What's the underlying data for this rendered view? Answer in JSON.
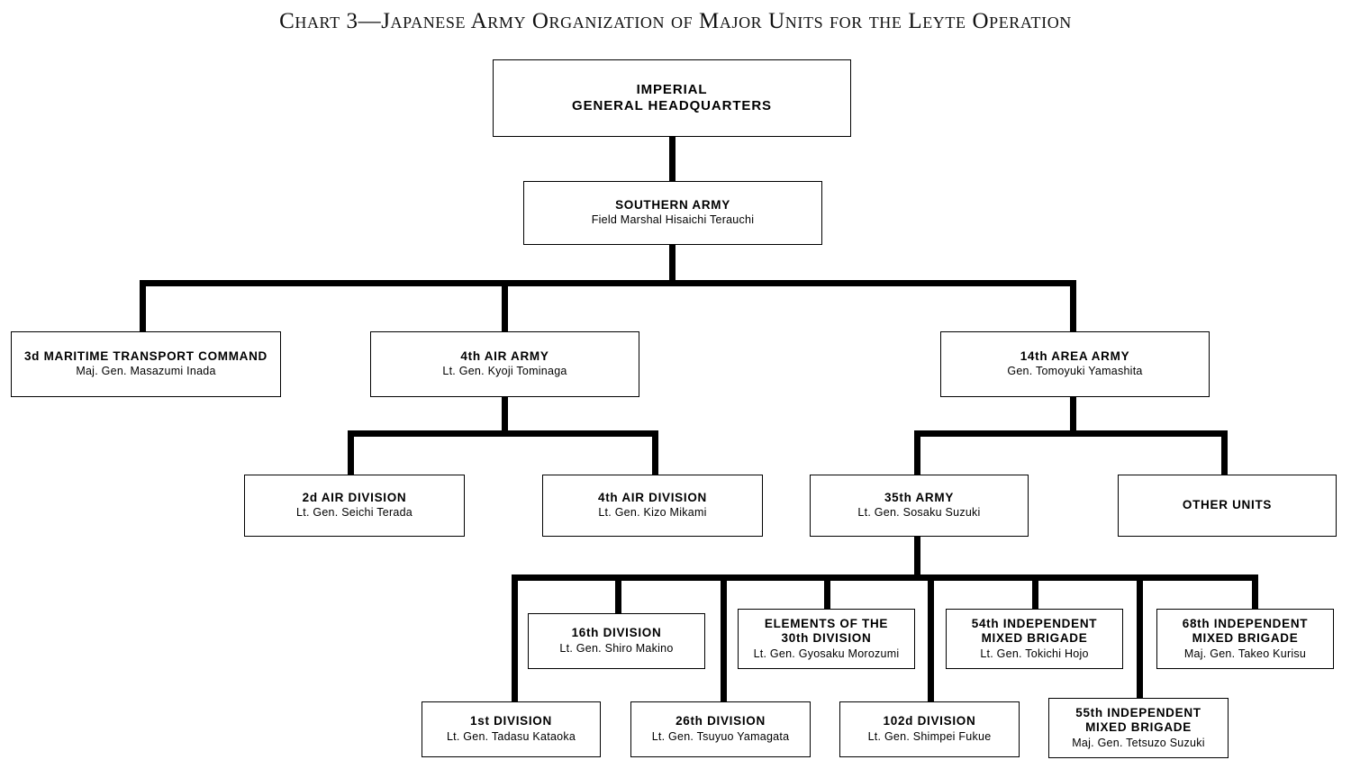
{
  "chart_data": {
    "type": "diagram",
    "diagram_kind": "organization-chart",
    "title": "Chart 3—Japanese Army Organization of Major Units for the Leyte Operation",
    "orientation": "top-down",
    "nodes": [
      {
        "id": "ighq",
        "unit": "IMPERIAL\nGENERAL HEADQUARTERS",
        "commander": "",
        "level": 0
      },
      {
        "id": "southern",
        "unit": "SOUTHERN ARMY",
        "commander": "Field Marshal Hisaichi Terauchi",
        "level": 1
      },
      {
        "id": "mtc3",
        "unit": "3d MARITIME TRANSPORT COMMAND",
        "commander": "Maj. Gen. Masazumi Inada",
        "level": 2
      },
      {
        "id": "air4",
        "unit": "4th AIR ARMY",
        "commander": "Lt. Gen. Kyoji Tominaga",
        "level": 2
      },
      {
        "id": "area14",
        "unit": "14th AREA ARMY",
        "commander": "Gen. Tomoyuki Yamashita",
        "level": 2
      },
      {
        "id": "aird2",
        "unit": "2d AIR DIVISION",
        "commander": "Lt. Gen. Seichi Terada",
        "level": 3
      },
      {
        "id": "aird4",
        "unit": "4th AIR DIVISION",
        "commander": "Lt. Gen. Kizo Mikami",
        "level": 3
      },
      {
        "id": "army35",
        "unit": "35th ARMY",
        "commander": "Lt. Gen. Sosaku Suzuki",
        "level": 3
      },
      {
        "id": "other",
        "unit": "OTHER UNITS",
        "commander": "",
        "level": 3
      },
      {
        "id": "div16",
        "unit": "16th DIVISION",
        "commander": "Lt. Gen. Shiro Makino",
        "level": 4
      },
      {
        "id": "div30",
        "unit": "ELEMENTS OF THE\n30th DIVISION",
        "commander": "Lt. Gen. Gyosaku Morozumi",
        "level": 4
      },
      {
        "id": "imb54",
        "unit": "54th INDEPENDENT\nMIXED BRIGADE",
        "commander": "Lt. Gen. Tokichi Hojo",
        "level": 4
      },
      {
        "id": "imb68",
        "unit": "68th INDEPENDENT\nMIXED BRIGADE",
        "commander": "Maj. Gen. Takeo Kurisu",
        "level": 4
      },
      {
        "id": "div1",
        "unit": "1st DIVISION",
        "commander": "Lt. Gen. Tadasu Kataoka",
        "level": 5
      },
      {
        "id": "div26",
        "unit": "26th DIVISION",
        "commander": "Lt. Gen. Tsuyuo Yamagata",
        "level": 5
      },
      {
        "id": "div102",
        "unit": "102d DIVISION",
        "commander": "Lt. Gen. Shimpei Fukue",
        "level": 5
      },
      {
        "id": "imb55",
        "unit": "55th INDEPENDENT\nMIXED BRIGADE",
        "commander": "Maj. Gen. Tetsuzo Suzuki",
        "level": 5
      }
    ],
    "edges": [
      {
        "from": "ighq",
        "to": "southern"
      },
      {
        "from": "southern",
        "to": "mtc3"
      },
      {
        "from": "southern",
        "to": "air4"
      },
      {
        "from": "southern",
        "to": "area14"
      },
      {
        "from": "air4",
        "to": "aird2"
      },
      {
        "from": "air4",
        "to": "aird4"
      },
      {
        "from": "area14",
        "to": "army35"
      },
      {
        "from": "area14",
        "to": "other"
      },
      {
        "from": "army35",
        "to": "div16"
      },
      {
        "from": "army35",
        "to": "div30"
      },
      {
        "from": "army35",
        "to": "imb54"
      },
      {
        "from": "army35",
        "to": "imb68"
      },
      {
        "from": "army35",
        "to": "div1"
      },
      {
        "from": "army35",
        "to": "div26"
      },
      {
        "from": "army35",
        "to": "div102"
      },
      {
        "from": "army35",
        "to": "imb55"
      }
    ]
  },
  "colors": {
    "background": "#ffffff",
    "ink": "#000000",
    "box_border": "#000000"
  },
  "nodes": {
    "ighq": {
      "unit": "IMPERIAL\nGENERAL HEADQUARTERS",
      "commander": ""
    },
    "southern": {
      "unit": "SOUTHERN ARMY",
      "commander": "Field Marshal Hisaichi Terauchi"
    },
    "mtc3": {
      "unit": "3d MARITIME TRANSPORT COMMAND",
      "commander": "Maj. Gen. Masazumi Inada"
    },
    "air4": {
      "unit": "4th AIR ARMY",
      "commander": "Lt. Gen. Kyoji Tominaga"
    },
    "area14": {
      "unit": "14th AREA ARMY",
      "commander": "Gen. Tomoyuki Yamashita"
    },
    "aird2": {
      "unit": "2d AIR DIVISION",
      "commander": "Lt. Gen. Seichi Terada"
    },
    "aird4": {
      "unit": "4th AIR DIVISION",
      "commander": "Lt. Gen. Kizo Mikami"
    },
    "army35": {
      "unit": "35th ARMY",
      "commander": "Lt. Gen. Sosaku Suzuki"
    },
    "other": {
      "unit": "OTHER UNITS",
      "commander": ""
    },
    "div16": {
      "unit": "16th DIVISION",
      "commander": "Lt. Gen. Shiro Makino"
    },
    "div30": {
      "unit": "ELEMENTS OF THE\n30th DIVISION",
      "commander": "Lt. Gen. Gyosaku Morozumi"
    },
    "imb54": {
      "unit": "54th INDEPENDENT\nMIXED BRIGADE",
      "commander": "Lt. Gen. Tokichi Hojo"
    },
    "imb68": {
      "unit": "68th INDEPENDENT\nMIXED BRIGADE",
      "commander": "Maj. Gen. Takeo Kurisu"
    },
    "div1": {
      "unit": "1st DIVISION",
      "commander": "Lt. Gen. Tadasu Kataoka"
    },
    "div26": {
      "unit": "26th DIVISION",
      "commander": "Lt. Gen. Tsuyuo Yamagata"
    },
    "div102": {
      "unit": "102d DIVISION",
      "commander": "Lt. Gen. Shimpei Fukue"
    },
    "imb55": {
      "unit": "55th INDEPENDENT\nMIXED BRIGADE",
      "commander": "Maj. Gen. Tetsuzo Suzuki"
    }
  },
  "title": "Chart 3—Japanese Army Organization of Major Units for the Leyte Operation"
}
